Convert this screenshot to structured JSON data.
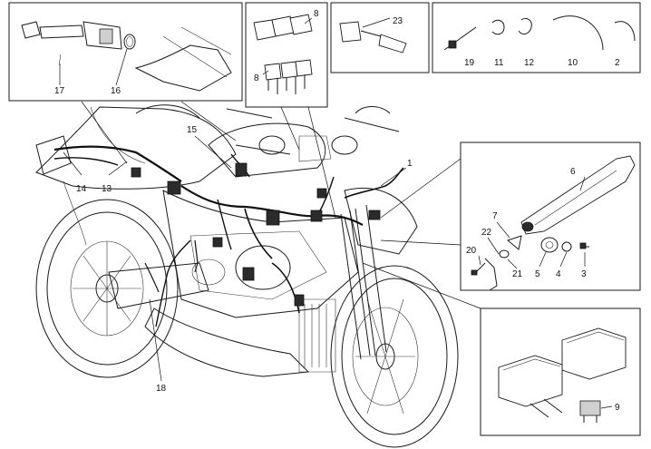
{
  "diagram": {
    "subject": "motorcycle-electrical-wiring-harness",
    "colors": {
      "ink": "#1a1a1a",
      "paper": "#ffffff",
      "grey": "#cfcfcf"
    },
    "callouts": [
      {
        "id": "c1",
        "label": "1"
      },
      {
        "id": "c2",
        "label": "2"
      },
      {
        "id": "c3",
        "label": "3"
      },
      {
        "id": "c4",
        "label": "4"
      },
      {
        "id": "c5",
        "label": "5"
      },
      {
        "id": "c6",
        "label": "6"
      },
      {
        "id": "c7",
        "label": "7"
      },
      {
        "id": "c8a",
        "label": "8"
      },
      {
        "id": "c8b",
        "label": "8"
      },
      {
        "id": "c9",
        "label": "9"
      },
      {
        "id": "c10",
        "label": "10"
      },
      {
        "id": "c11",
        "label": "11"
      },
      {
        "id": "c12",
        "label": "12"
      },
      {
        "id": "c13",
        "label": "13"
      },
      {
        "id": "c14",
        "label": "14"
      },
      {
        "id": "c15",
        "label": "15"
      },
      {
        "id": "c16",
        "label": "16"
      },
      {
        "id": "c17",
        "label": "17"
      },
      {
        "id": "c18",
        "label": "18"
      },
      {
        "id": "c19",
        "label": "19"
      },
      {
        "id": "c20",
        "label": "20"
      },
      {
        "id": "c21",
        "label": "21"
      },
      {
        "id": "c22",
        "label": "22"
      },
      {
        "id": "c23",
        "label": "23"
      }
    ]
  }
}
